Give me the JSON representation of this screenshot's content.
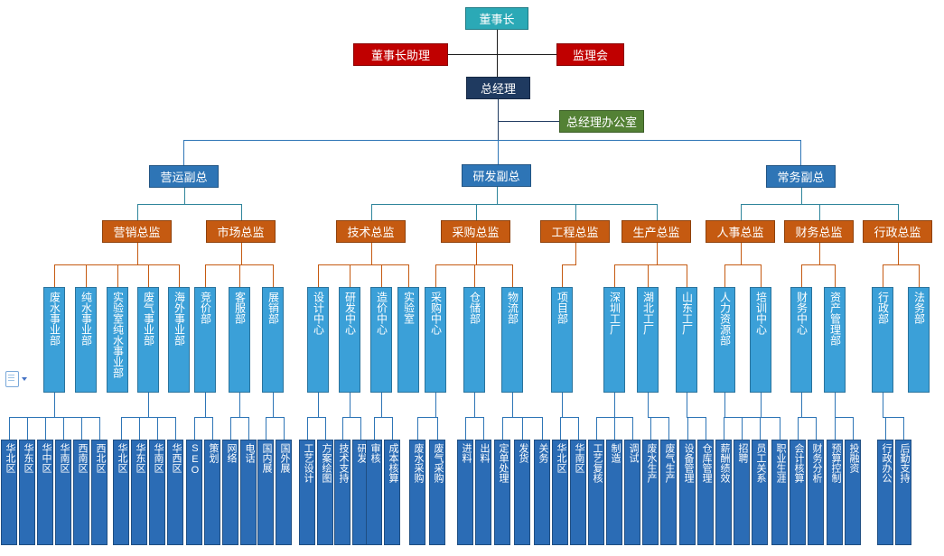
{
  "colors": {
    "teal": "#2BA9B6",
    "red": "#C00000",
    "navy": "#1F3A60",
    "green": "#538135",
    "blue": "#2E75B6",
    "orange": "#C55A11",
    "dept": "#3BA0D8",
    "team": "#2B6CB5",
    "black_line": "#1a1a1a",
    "navy_line": "#1F3A60",
    "blue_line": "#2E75B6",
    "teal_line": "#2F859B",
    "orange_line": "#C55A11"
  },
  "floating_ui": {
    "paste_options_icon": "clipboard-paste-icon",
    "dropdown_icon": "chevron-down-icon"
  },
  "nodes": [
    {
      "id": "chairman",
      "label": "董事长",
      "color": "teal"
    },
    {
      "id": "chairman-assistant",
      "label": "董事长助理",
      "color": "red"
    },
    {
      "id": "supervisory-board",
      "label": "监理会",
      "color": "red"
    },
    {
      "id": "general-manager",
      "label": "总经理",
      "color": "navy"
    },
    {
      "id": "gm-office",
      "label": "总经理办公室",
      "color": "green"
    },
    {
      "id": "vp-operations",
      "label": "营运副总",
      "color": "blue"
    },
    {
      "id": "vp-rd",
      "label": "研发副总",
      "color": "blue"
    },
    {
      "id": "vp-executive",
      "label": "常务副总",
      "color": "blue"
    },
    {
      "id": "dir-marketing",
      "label": "营销总监",
      "color": "orange"
    },
    {
      "id": "dir-market",
      "label": "市场总监",
      "color": "orange"
    },
    {
      "id": "dir-tech",
      "label": "技术总监",
      "color": "orange"
    },
    {
      "id": "dir-purchasing",
      "label": "采购总监",
      "color": "orange"
    },
    {
      "id": "dir-engineering",
      "label": "工程总监",
      "color": "orange"
    },
    {
      "id": "dir-production",
      "label": "生产总监",
      "color": "orange"
    },
    {
      "id": "dir-hr",
      "label": "人事总监",
      "color": "orange"
    },
    {
      "id": "dir-finance",
      "label": "财务总监",
      "color": "orange"
    },
    {
      "id": "dir-admin",
      "label": "行政总监",
      "color": "orange"
    },
    {
      "id": "dept-wastewater",
      "label": "废水事业部",
      "color": "dept"
    },
    {
      "id": "dept-purewater",
      "label": "纯水事业部",
      "color": "dept"
    },
    {
      "id": "dept-lab-purewater",
      "label": "实验室纯水事业部",
      "color": "dept"
    },
    {
      "id": "dept-wastegas",
      "label": "废气事业部",
      "color": "dept"
    },
    {
      "id": "dept-overseas",
      "label": "海外事业部",
      "color": "dept"
    },
    {
      "id": "dept-bidding",
      "label": "竞价部",
      "color": "dept"
    },
    {
      "id": "dept-customer-service",
      "label": "客服部",
      "color": "dept"
    },
    {
      "id": "dept-exhibition",
      "label": "展销部",
      "color": "dept"
    },
    {
      "id": "dept-design-center",
      "label": "设计中心",
      "color": "dept"
    },
    {
      "id": "dept-rd-center",
      "label": "研发中心",
      "color": "dept"
    },
    {
      "id": "dept-cost-center",
      "label": "造价中心",
      "color": "dept"
    },
    {
      "id": "dept-laboratory",
      "label": "实验室",
      "color": "dept"
    },
    {
      "id": "dept-purchasing-center",
      "label": "采购中心",
      "color": "dept"
    },
    {
      "id": "dept-warehouse",
      "label": "仓储部",
      "color": "dept"
    },
    {
      "id": "dept-logistics",
      "label": "物流部",
      "color": "dept"
    },
    {
      "id": "dept-project",
      "label": "项目部",
      "color": "dept"
    },
    {
      "id": "dept-shenzhen-factory",
      "label": "深圳工厂",
      "color": "dept"
    },
    {
      "id": "dept-hubei-factory",
      "label": "湖北工厂",
      "color": "dept"
    },
    {
      "id": "dept-shandong-factory",
      "label": "山东工厂",
      "color": "dept"
    },
    {
      "id": "dept-hr",
      "label": "人力资源部",
      "color": "dept"
    },
    {
      "id": "dept-training-center",
      "label": "培训中心",
      "color": "dept"
    },
    {
      "id": "dept-finance-center",
      "label": "财务中心",
      "color": "dept"
    },
    {
      "id": "dept-asset-mgmt",
      "label": "资产管理部",
      "color": "dept"
    },
    {
      "id": "dept-administration",
      "label": "行政部",
      "color": "dept"
    },
    {
      "id": "dept-legal",
      "label": "法务部",
      "color": "dept"
    },
    {
      "id": "team-north-china-a",
      "label": "华北区",
      "color": "team"
    },
    {
      "id": "team-east-china-a",
      "label": "华东区",
      "color": "team"
    },
    {
      "id": "team-central-china",
      "label": "华中区",
      "color": "team"
    },
    {
      "id": "team-south-china-a",
      "label": "华南区",
      "color": "team"
    },
    {
      "id": "team-southwest-china",
      "label": "西南区",
      "color": "team"
    },
    {
      "id": "team-northwest-china",
      "label": "西北区",
      "color": "team"
    },
    {
      "id": "team-north-china-b",
      "label": "华北区",
      "color": "team"
    },
    {
      "id": "team-east-china-b",
      "label": "华东区",
      "color": "team"
    },
    {
      "id": "team-south-china-b",
      "label": "华南区",
      "color": "team"
    },
    {
      "id": "team-west-china",
      "label": "华西区",
      "color": "team"
    },
    {
      "id": "team-seo",
      "label": "SEO",
      "color": "team"
    },
    {
      "id": "team-planning",
      "label": "策划",
      "color": "team"
    },
    {
      "id": "team-online",
      "label": "网络",
      "color": "team"
    },
    {
      "id": "team-phone",
      "label": "电话",
      "color": "team"
    },
    {
      "id": "team-domestic-expo",
      "label": "国内展",
      "color": "team"
    },
    {
      "id": "team-overseas-expo",
      "label": "国外展",
      "color": "team"
    },
    {
      "id": "team-process-design",
      "label": "工艺设计",
      "color": "team"
    },
    {
      "id": "team-scheme-drawing",
      "label": "方案绘图",
      "color": "team"
    },
    {
      "id": "team-tech-support",
      "label": "技术支持",
      "color": "team"
    },
    {
      "id": "team-rd",
      "label": "研发",
      "color": "team"
    },
    {
      "id": "team-review",
      "label": "审核",
      "color": "team"
    },
    {
      "id": "team-cost-accounting",
      "label": "成本核算",
      "color": "team"
    },
    {
      "id": "team-wastewater-purchasing",
      "label": "废水采购",
      "color": "team"
    },
    {
      "id": "team-wastegas-purchasing",
      "label": "废气采购",
      "color": "team"
    },
    {
      "id": "team-inbound",
      "label": "进料",
      "color": "team"
    },
    {
      "id": "team-outbound",
      "label": "出料",
      "color": "team"
    },
    {
      "id": "team-order-processing",
      "label": "定单处理",
      "color": "team"
    },
    {
      "id": "team-shipping",
      "label": "发货",
      "color": "team"
    },
    {
      "id": "team-customs",
      "label": "关务",
      "color": "team"
    },
    {
      "id": "team-north-china-c",
      "label": "华北区",
      "color": "team"
    },
    {
      "id": "team-south-china-c",
      "label": "华南区",
      "color": "team"
    },
    {
      "id": "team-process-review",
      "label": "工艺复核",
      "color": "team"
    },
    {
      "id": "team-manufacturing",
      "label": "制造",
      "color": "team"
    },
    {
      "id": "team-commissioning",
      "label": "调试",
      "color": "team"
    },
    {
      "id": "team-wastewater-production",
      "label": "废水生产",
      "color": "team"
    },
    {
      "id": "team-wastegas-production",
      "label": "废气生产",
      "color": "team"
    },
    {
      "id": "team-equipment-mgmt",
      "label": "设备管理",
      "color": "team"
    },
    {
      "id": "team-warehouse-mgmt",
      "label": "仓库管理",
      "color": "team"
    },
    {
      "id": "team-compensation",
      "label": "薪酬绩效",
      "color": "team"
    },
    {
      "id": "team-recruiting",
      "label": "招聘",
      "color": "team"
    },
    {
      "id": "team-employee-relations",
      "label": "员工关系",
      "color": "team"
    },
    {
      "id": "team-career-dev",
      "label": "职业生涯",
      "color": "team"
    },
    {
      "id": "team-accounting",
      "label": "会计核算",
      "color": "team"
    },
    {
      "id": "team-financial-analysis",
      "label": "财务分析",
      "color": "team"
    },
    {
      "id": "team-budget-control",
      "label": "预算控制",
      "color": "team"
    },
    {
      "id": "team-investment-financing",
      "label": "投融资",
      "color": "team"
    },
    {
      "id": "team-admin-office",
      "label": "行政办公",
      "color": "team"
    },
    {
      "id": "team-logistics-support",
      "label": "后勤支持",
      "color": "team"
    }
  ],
  "edges": [
    {
      "parent": "vp-operations",
      "children": [
        "dir-marketing",
        "dir-market"
      ],
      "line": "teal_line"
    },
    {
      "parent": "vp-rd",
      "children": [
        "dir-tech",
        "dir-purchasing",
        "dir-engineering",
        "dir-production"
      ],
      "line": "teal_line"
    },
    {
      "parent": "vp-executive",
      "children": [
        "dir-hr",
        "dir-finance",
        "dir-admin"
      ],
      "line": "teal_line"
    },
    {
      "parent": "dir-marketing",
      "children": [
        "dept-wastewater",
        "dept-purewater",
        "dept-lab-purewater",
        "dept-wastegas",
        "dept-overseas"
      ],
      "line": "orange_line"
    },
    {
      "parent": "dir-market",
      "children": [
        "dept-bidding",
        "dept-customer-service",
        "dept-exhibition"
      ],
      "line": "orange_line"
    },
    {
      "parent": "dir-tech",
      "children": [
        "dept-design-center",
        "dept-rd-center",
        "dept-cost-center",
        "dept-laboratory"
      ],
      "line": "orange_line"
    },
    {
      "parent": "dir-purchasing",
      "children": [
        "dept-purchasing-center",
        "dept-warehouse",
        "dept-logistics"
      ],
      "line": "orange_line"
    },
    {
      "parent": "dir-engineering",
      "children": [
        "dept-project"
      ],
      "line": "orange_line"
    },
    {
      "parent": "dir-production",
      "children": [
        "dept-shenzhen-factory",
        "dept-hubei-factory",
        "dept-shandong-factory"
      ],
      "line": "orange_line"
    },
    {
      "parent": "dir-hr",
      "children": [
        "dept-hr",
        "dept-training-center"
      ],
      "line": "orange_line"
    },
    {
      "parent": "dir-finance",
      "children": [
        "dept-finance-center",
        "dept-asset-mgmt"
      ],
      "line": "orange_line"
    },
    {
      "parent": "dir-admin",
      "children": [
        "dept-administration",
        "dept-legal"
      ],
      "line": "orange_line"
    },
    {
      "parent": "dept-wastewater",
      "children": [
        "team-north-china-a",
        "team-east-china-a",
        "team-central-china",
        "team-south-china-a",
        "team-southwest-china",
        "team-northwest-china"
      ],
      "line": "blue_line"
    },
    {
      "parent": "dept-wastegas",
      "children": [
        "team-north-china-b",
        "team-east-china-b",
        "team-south-china-b",
        "team-west-china"
      ],
      "line": "blue_line"
    },
    {
      "parent": "dept-bidding",
      "children": [
        "team-seo",
        "team-planning"
      ],
      "line": "blue_line"
    },
    {
      "parent": "dept-customer-service",
      "children": [
        "team-online",
        "team-phone"
      ],
      "line": "blue_line"
    },
    {
      "parent": "dept-exhibition",
      "children": [
        "team-domestic-expo",
        "team-overseas-expo"
      ],
      "line": "blue_line"
    },
    {
      "parent": "dept-design-center",
      "children": [
        "team-process-design",
        "team-scheme-drawing"
      ],
      "line": "blue_line"
    },
    {
      "parent": "dept-rd-center",
      "children": [
        "team-tech-support",
        "team-rd"
      ],
      "line": "blue_line"
    },
    {
      "parent": "dept-cost-center",
      "children": [
        "team-review",
        "team-cost-accounting"
      ],
      "line": "blue_line"
    },
    {
      "parent": "dept-purchasing-center",
      "children": [
        "team-wastewater-purchasing",
        "team-wastegas-purchasing"
      ],
      "line": "blue_line"
    },
    {
      "parent": "dept-warehouse",
      "children": [
        "team-inbound",
        "team-outbound"
      ],
      "line": "blue_line"
    },
    {
      "parent": "dept-logistics",
      "children": [
        "team-order-processing",
        "team-shipping",
        "team-customs"
      ],
      "line": "blue_line"
    },
    {
      "parent": "dept-project",
      "children": [
        "team-north-china-c",
        "team-south-china-c"
      ],
      "line": "blue_line"
    },
    {
      "parent": "dept-shenzhen-factory",
      "children": [
        "team-process-review",
        "team-manufacturing",
        "team-commissioning"
      ],
      "line": "blue_line"
    },
    {
      "parent": "dept-hubei-factory",
      "children": [
        "team-wastewater-production",
        "team-wastegas-production"
      ],
      "line": "blue_line"
    },
    {
      "parent": "dept-shandong-factory",
      "children": [
        "team-equipment-mgmt",
        "team-warehouse-mgmt"
      ],
      "line": "blue_line"
    },
    {
      "parent": "dept-hr",
      "children": [
        "team-compensation",
        "team-recruiting",
        "team-employee-relations"
      ],
      "line": "blue_line"
    },
    {
      "parent": "dept-training-center",
      "children": [
        "team-career-dev"
      ],
      "line": "blue_line"
    },
    {
      "parent": "dept-finance-center",
      "children": [
        "team-accounting",
        "team-financial-analysis"
      ],
      "line": "blue_line"
    },
    {
      "parent": "dept-asset-mgmt",
      "children": [
        "team-budget-control",
        "team-investment-financing"
      ],
      "line": "blue_line"
    },
    {
      "parent": "dept-administration",
      "children": [
        "team-admin-office",
        "team-logistics-support"
      ],
      "line": "blue_line"
    }
  ]
}
